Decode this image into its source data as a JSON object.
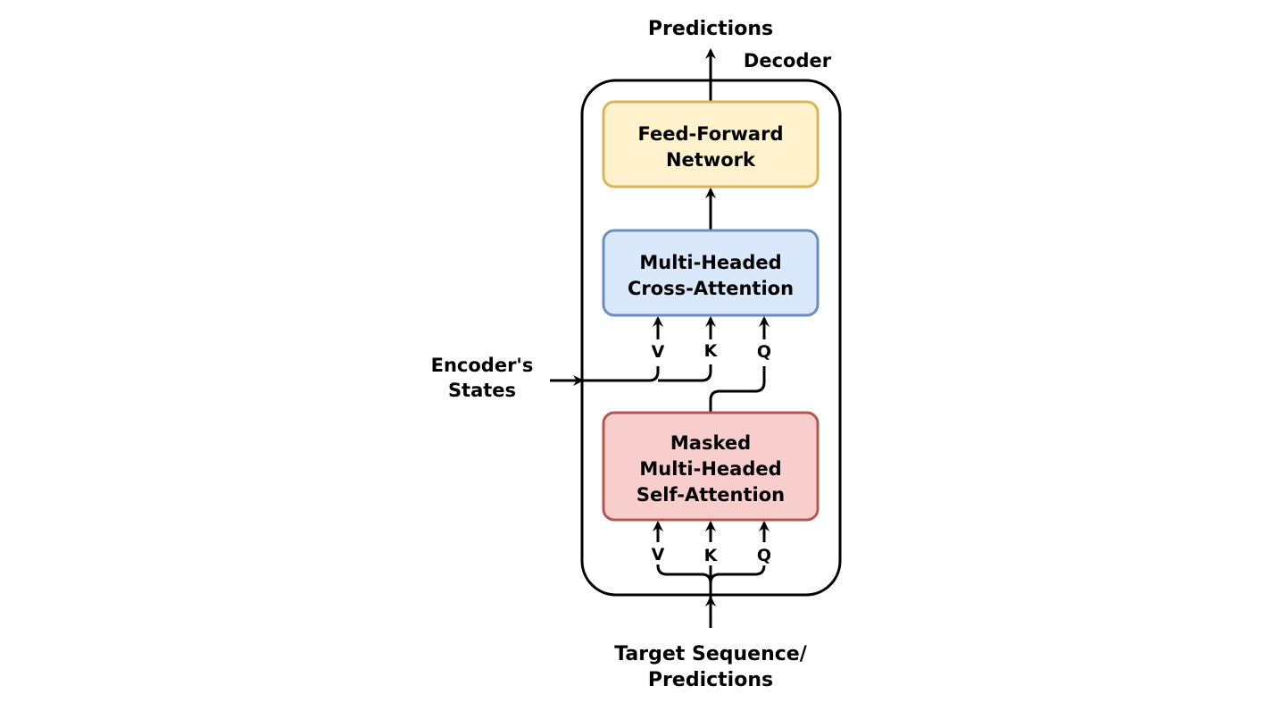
{
  "labels": {
    "output": "Predictions",
    "decoder": "Decoder",
    "encoder_states_line1": "Encoder's",
    "encoder_states_line2": "States",
    "input_line1": "Target Sequence/",
    "input_line2": "Predictions"
  },
  "blocks": {
    "ffn": {
      "line1": "Feed-Forward",
      "line2": "Network",
      "fill": "#fff2cc",
      "stroke": "#d6b656"
    },
    "cross_attention": {
      "line1": "Multi-Headed",
      "line2": "Cross-Attention",
      "fill": "#dae8fc",
      "stroke": "#6c8ebf"
    },
    "self_attention": {
      "line1": "Masked",
      "line2": "Multi-Headed",
      "line3": "Self-Attention",
      "fill": "#f8cecc",
      "stroke": "#b85450"
    }
  },
  "cross_inputs": {
    "v": "V",
    "k": "K",
    "q": "Q"
  },
  "self_inputs": {
    "v": "V",
    "k": "K",
    "q": "Q"
  }
}
